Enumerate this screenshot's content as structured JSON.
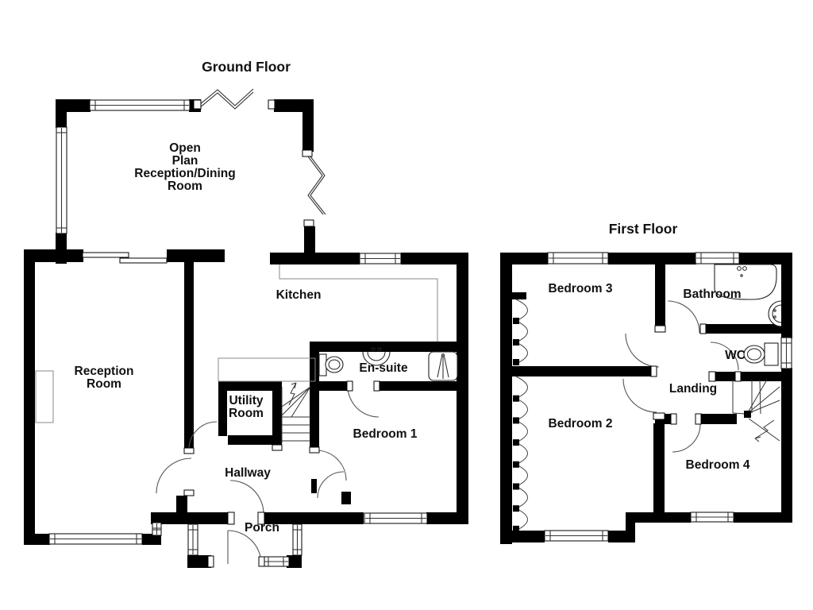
{
  "ground_floor": {
    "title": "Ground Floor",
    "rooms": {
      "open_plan": [
        "Open",
        "Plan",
        "Reception/Dining",
        "Room"
      ],
      "kitchen": "Kitchen",
      "reception": [
        "Reception",
        "Room"
      ],
      "utility": [
        "Utility",
        "Room"
      ],
      "ensuite": "En-suite",
      "bedroom1": "Bedroom 1",
      "hallway": "Hallway",
      "porch": "Porch"
    }
  },
  "first_floor": {
    "title": "First Floor",
    "rooms": {
      "bedroom3": "Bedroom 3",
      "bathroom": "Bathroom",
      "wc": "WC",
      "landing": "Landing",
      "bedroom2": "Bedroom 2",
      "bedroom4": "Bedroom 4"
    }
  },
  "fixtures": {
    "ensuite": [
      "toilet-icon",
      "sink-icon",
      "shower-icon"
    ],
    "bathroom": [
      "bath-icon",
      "sink-icon"
    ],
    "wc": [
      "toilet-icon"
    ],
    "stairs": [
      "stairs-up-icon",
      "stairs-down-icon"
    ],
    "bedrooms": [
      "wardrobe-icon"
    ]
  },
  "colors": {
    "wall": "#000000",
    "door_arc": "#555555",
    "counter_line": "#888888",
    "text": "#111111",
    "background": "#ffffff"
  }
}
